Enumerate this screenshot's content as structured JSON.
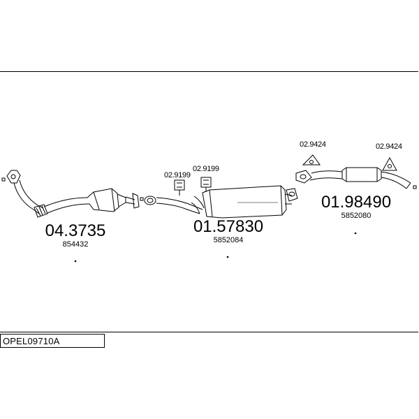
{
  "diagram_code": "OPEL09710A",
  "parts": [
    {
      "part_number": "04.3735",
      "oe_number": "854432"
    },
    {
      "part_number": "01.57830",
      "oe_number": "5852084"
    },
    {
      "part_number": "01.98490",
      "oe_number": "5852080"
    }
  ],
  "mounts": [
    {
      "label": "02.9199"
    },
    {
      "label": "02.9199"
    },
    {
      "label": "02.9424"
    },
    {
      "label": "02.9424"
    }
  ]
}
